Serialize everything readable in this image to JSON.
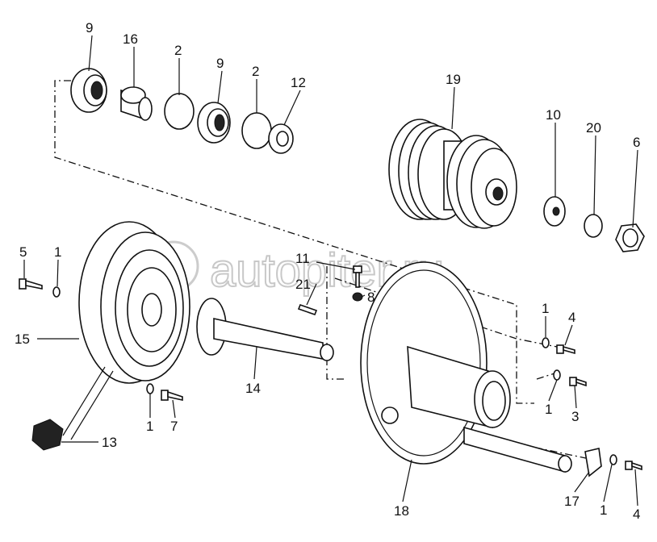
{
  "title": "Exploded parts diagram",
  "watermark": "autopiter.ru",
  "callouts": {
    "c9a": "9",
    "c16": "16",
    "c2a": "2",
    "c9b": "9",
    "c2b": "2",
    "c12": "12",
    "c19": "19",
    "c10": "10",
    "c20": "20",
    "c6": "6",
    "c5": "5",
    "c1a": "1",
    "c11": "11",
    "c21": "21",
    "c8": "8",
    "c15": "15",
    "c14": "14",
    "c1b": "1",
    "c7": "7",
    "c13": "13",
    "c1c": "1",
    "c4a": "4",
    "c1d": "1",
    "c3": "3",
    "c18": "18",
    "c17": "17",
    "c1e": "1",
    "c4b": "4"
  }
}
